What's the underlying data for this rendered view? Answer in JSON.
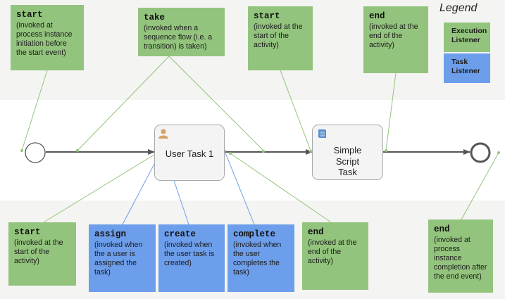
{
  "legend": {
    "title": "Legend",
    "execution": "Execution Listener",
    "task": "Task Listener",
    "colors": {
      "execution": "#93c47d",
      "task": "#6d9eeb"
    }
  },
  "process": {
    "user_task": "User Task 1",
    "script_task": "Simple Script Task"
  },
  "top_notes": {
    "start_event": {
      "keyword": "start",
      "text": "(invoked at process instance initiation before the start event)"
    },
    "take": {
      "keyword": "take",
      "text": "(invoked when a sequence flow (i.e. a transition) is taken)"
    },
    "start_activity": {
      "keyword": "start",
      "text": "(invoked at the start of the activity)"
    },
    "end_activity": {
      "keyword": "end",
      "text": "(invoked at the end of the activity)"
    }
  },
  "bottom_notes": {
    "start_activity": {
      "keyword": "start",
      "text": "(invoked at the start of the activity)"
    },
    "assign": {
      "keyword": "assign",
      "text": "(invoked when the a user is assigned the task)"
    },
    "create": {
      "keyword": "create",
      "text": "(invoked when the user task is created)"
    },
    "complete": {
      "keyword": "complete",
      "text": "(invoked when the user completes the task)"
    },
    "end_activity": {
      "keyword": "end",
      "text": "(invoked at the end of the activity)"
    },
    "end_event": {
      "keyword": "end",
      "text": "(invoked at process instance completion after the end event)"
    }
  }
}
